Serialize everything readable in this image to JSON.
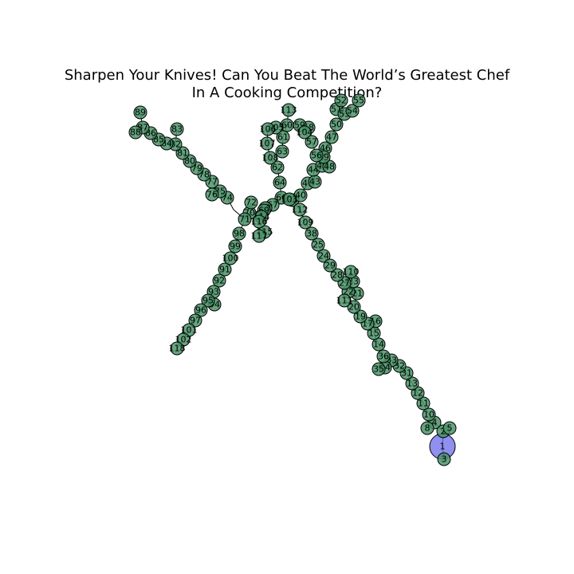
{
  "title_lines": [
    "Sharpen Your Knives! Can You Beat The World’s Greatest Chef",
    "In A Cooking Competition?"
  ],
  "root_node": "1",
  "nodes": [
    "1",
    "2",
    "3",
    "4",
    "5",
    "8",
    "10",
    "11",
    "12",
    "13",
    "14",
    "15",
    "16",
    "17",
    "19",
    "20",
    "21",
    "22",
    "23",
    "24",
    "25",
    "27",
    "28",
    "29",
    "31",
    "32",
    "33",
    "34",
    "35",
    "36",
    "38",
    "39",
    "40",
    "41",
    "43",
    "44",
    "45",
    "46",
    "47",
    "48",
    "49",
    "50",
    "51",
    "52",
    "53",
    "54",
    "55",
    "56",
    "57",
    "58",
    "59",
    "60",
    "61",
    "62",
    "63",
    "64",
    "65",
    "66",
    "67",
    "68",
    "69",
    "70",
    "71",
    "72",
    "74",
    "75",
    "76",
    "77",
    "78",
    "79",
    "80",
    "81",
    "82",
    "83",
    "84",
    "85",
    "86",
    "87",
    "88",
    "89",
    "91",
    "92",
    "93",
    "94",
    "95",
    "96",
    "97",
    "98",
    "99",
    "100",
    "101",
    "102",
    "103",
    "104",
    "105",
    "106",
    "107",
    "108",
    "109",
    "110",
    "111",
    "112",
    "113",
    "114",
    "115",
    "116",
    "117",
    "118"
  ],
  "edges": [
    [
      "1",
      "3"
    ],
    [
      "1",
      "2"
    ],
    [
      "2",
      "5"
    ],
    [
      "2",
      "4"
    ],
    [
      "4",
      "8"
    ],
    [
      "4",
      "10"
    ],
    [
      "10",
      "11"
    ],
    [
      "11",
      "12"
    ],
    [
      "12",
      "13"
    ],
    [
      "13",
      "31"
    ],
    [
      "31",
      "32"
    ],
    [
      "32",
      "33"
    ],
    [
      "33",
      "34"
    ],
    [
      "34",
      "35"
    ],
    [
      "33",
      "36"
    ],
    [
      "36",
      "14"
    ],
    [
      "14",
      "15"
    ],
    [
      "15",
      "16"
    ],
    [
      "16",
      "17"
    ],
    [
      "17",
      "19"
    ],
    [
      "19",
      "20"
    ],
    [
      "20",
      "111"
    ],
    [
      "20",
      "21"
    ],
    [
      "21",
      "22"
    ],
    [
      "22",
      "23"
    ],
    [
      "23",
      "27"
    ],
    [
      "27",
      "110"
    ],
    [
      "27",
      "28"
    ],
    [
      "28",
      "29"
    ],
    [
      "29",
      "24"
    ],
    [
      "24",
      "25"
    ],
    [
      "25",
      "38"
    ],
    [
      "38",
      "109"
    ],
    [
      "109",
      "112"
    ],
    [
      "112",
      "39"
    ],
    [
      "39",
      "40"
    ],
    [
      "40",
      "41"
    ],
    [
      "41",
      "43"
    ],
    [
      "43",
      "44"
    ],
    [
      "44",
      "45"
    ],
    [
      "44",
      "48"
    ],
    [
      "45",
      "49"
    ],
    [
      "49",
      "46"
    ],
    [
      "46",
      "47"
    ],
    [
      "45",
      "56"
    ],
    [
      "56",
      "57"
    ],
    [
      "57",
      "104"
    ],
    [
      "104",
      "58"
    ],
    [
      "58",
      "59"
    ],
    [
      "59",
      "60"
    ],
    [
      "60",
      "105"
    ],
    [
      "105",
      "106"
    ],
    [
      "106",
      "107"
    ],
    [
      "107",
      "108"
    ],
    [
      "108",
      "62"
    ],
    [
      "62",
      "64"
    ],
    [
      "64",
      "66"
    ],
    [
      "66",
      "67"
    ],
    [
      "67",
      "68"
    ],
    [
      "68",
      "69"
    ],
    [
      "69",
      "114"
    ],
    [
      "114",
      "116"
    ],
    [
      "116",
      "115"
    ],
    [
      "115",
      "117"
    ],
    [
      "69",
      "70"
    ],
    [
      "70",
      "71"
    ],
    [
      "71",
      "72"
    ],
    [
      "71",
      "73"
    ],
    [
      "73",
      "74"
    ],
    [
      "74",
      "75"
    ],
    [
      "75",
      "76"
    ],
    [
      "75",
      "77"
    ],
    [
      "77",
      "78"
    ],
    [
      "78",
      "79"
    ],
    [
      "79",
      "80"
    ],
    [
      "80",
      "81"
    ],
    [
      "81",
      "82"
    ],
    [
      "82",
      "83"
    ],
    [
      "82",
      "84"
    ],
    [
      "84",
      "85"
    ],
    [
      "85",
      "86"
    ],
    [
      "86",
      "87"
    ],
    [
      "87",
      "88"
    ],
    [
      "87",
      "89"
    ],
    [
      "71",
      "98"
    ],
    [
      "98",
      "99"
    ],
    [
      "99",
      "100"
    ],
    [
      "100",
      "91"
    ],
    [
      "91",
      "92"
    ],
    [
      "92",
      "93"
    ],
    [
      "93",
      "94"
    ],
    [
      "93",
      "95"
    ],
    [
      "95",
      "96"
    ],
    [
      "96",
      "97"
    ],
    [
      "97",
      "101"
    ],
    [
      "101",
      "102"
    ],
    [
      "102",
      "118"
    ],
    [
      "60",
      "61"
    ],
    [
      "61",
      "63"
    ],
    [
      "60",
      "113"
    ],
    [
      "47",
      "50"
    ],
    [
      "50",
      "53"
    ],
    [
      "53",
      "51"
    ],
    [
      "53",
      "54"
    ],
    [
      "54",
      "55"
    ],
    [
      "53",
      "52"
    ],
    [
      "66",
      "103"
    ],
    [
      "103",
      "40"
    ]
  ]
}
